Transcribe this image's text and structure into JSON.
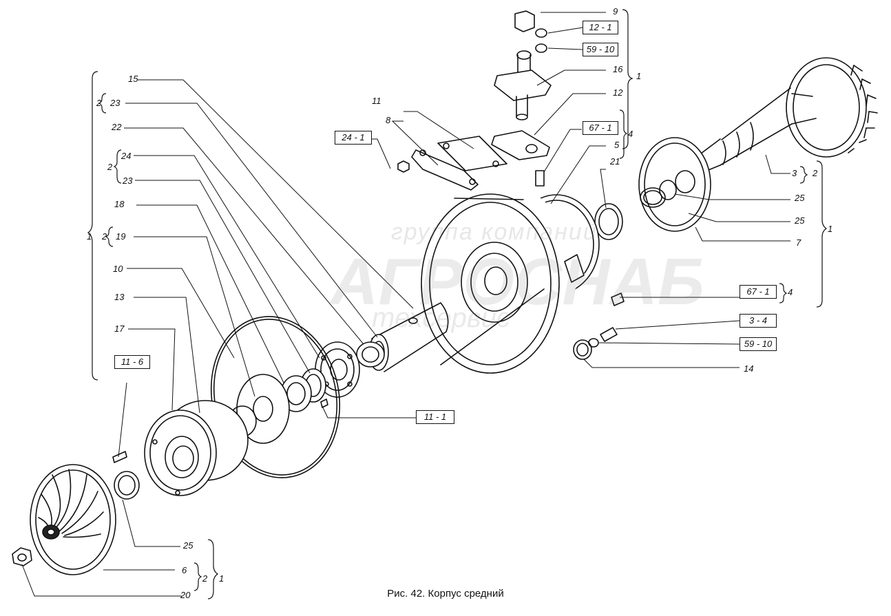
{
  "caption": "Рис. 42. Корпус средний",
  "watermark": {
    "line1": "группа компаний",
    "line2": "АГРОСНАБ",
    "line3": "техсервис"
  },
  "labels": {
    "n9": "9",
    "n16": "16",
    "n1_top": "1",
    "n12": "12",
    "n4_top": "4",
    "n5": "5",
    "n15": "15",
    "n2_23": "2",
    "n23a": "23",
    "n22": "22",
    "n11": "11",
    "n8": "8",
    "n2_24": "2",
    "n24": "24",
    "n23b": "23",
    "n18": "18",
    "n1_left": "1",
    "n2_19": "2",
    "n19": "19",
    "n10": "10",
    "n13": "13",
    "n17": "17",
    "n21": "21",
    "n3": "3",
    "n2_3": "2",
    "n25a": "25",
    "n25b": "25",
    "n7": "7",
    "n1_right": "1",
    "n4_right": "4",
    "n14": "14",
    "n25c": "25",
    "n6": "6",
    "n20": "20",
    "n2_bot": "2",
    "n1_bot": "1"
  },
  "boxes": {
    "b12_1": "12 - 1",
    "b59_10_top": "59 - 10",
    "b67_1_top": "67 - 1",
    "b24_1": "24 - 1",
    "b67_1_right": "67 - 1",
    "b3_4": "3 - 4",
    "b59_10_right": "59 - 10",
    "b11_6": "11 - 6",
    "b11_1": "11 - 1"
  }
}
